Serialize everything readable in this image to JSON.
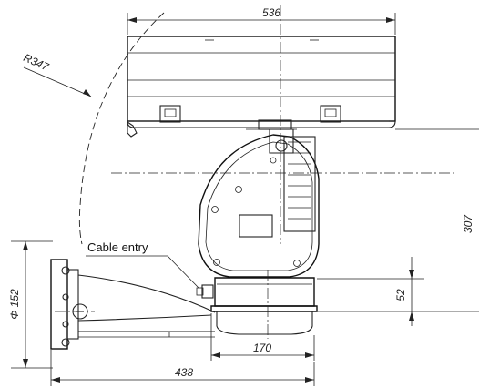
{
  "dimensions": {
    "housing_width": "536",
    "radius": "R347",
    "height_right": "307",
    "diameter": "Φ 152",
    "base_height": "52",
    "base_width": "170",
    "total_depth": "438"
  },
  "callouts": {
    "cable_entry": "Cable entry"
  }
}
